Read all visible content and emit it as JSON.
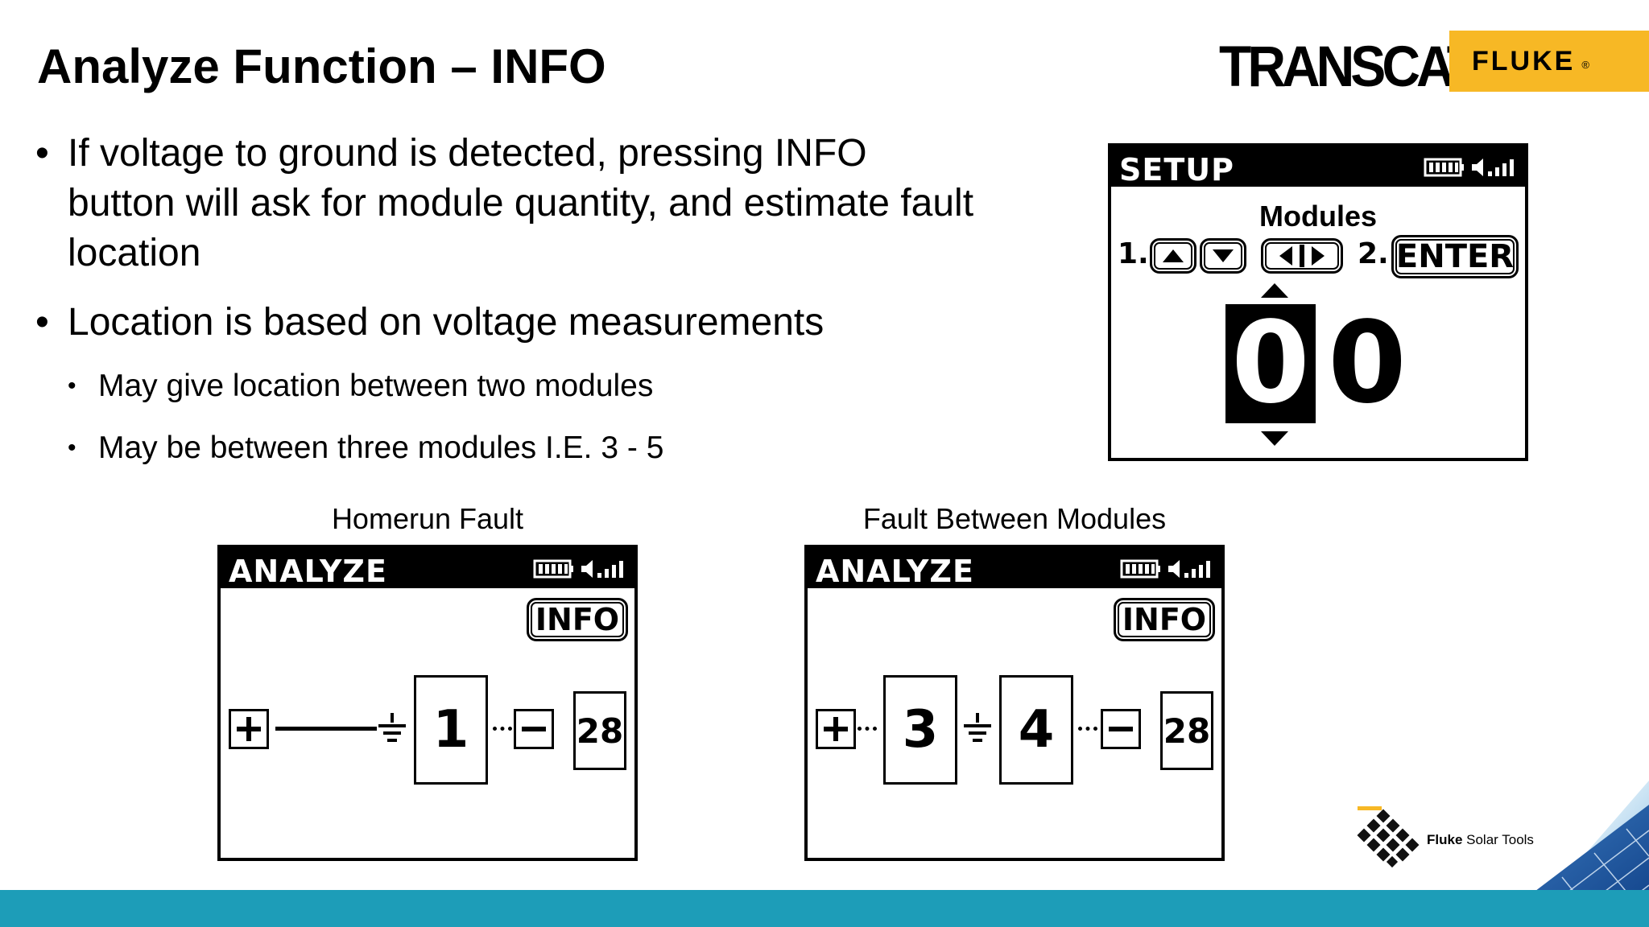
{
  "slide": {
    "title": "Analyze Function – INFO"
  },
  "logos": {
    "transcat": "TRANSCAT",
    "transcat_reg": "®",
    "fluke": "FLUKE",
    "fluke_reg": "®",
    "solar_brand": "Fluke",
    "solar_suffix": "Solar Tools",
    "fluke_yellow": "#f7b825",
    "accent_teal": "#1d9db8"
  },
  "bullets": [
    {
      "text": "If voltage to ground is detected, pressing INFO button will ask for module quantity, and estimate fault location"
    },
    {
      "text": "Location is based on voltage measurements"
    }
  ],
  "sub_bullets": [
    {
      "text": "May give location between two modules"
    },
    {
      "text": "May be between three modules I.E. 3 - 5"
    }
  ],
  "setup_screen": {
    "title": "SETUP",
    "heading": "Modules",
    "step1": "1.",
    "step2": "2.",
    "enter_label": "ENTER",
    "digit1": "0",
    "digit2": "0"
  },
  "homerun": {
    "caption": "Homerun Fault",
    "title": "ANALYZE",
    "info_label": "INFO",
    "module": "1",
    "count": "28"
  },
  "between": {
    "caption": "Fault Between Modules",
    "title": "ANALYZE",
    "info_label": "INFO",
    "module_a": "3",
    "module_b": "4",
    "count": "28"
  }
}
